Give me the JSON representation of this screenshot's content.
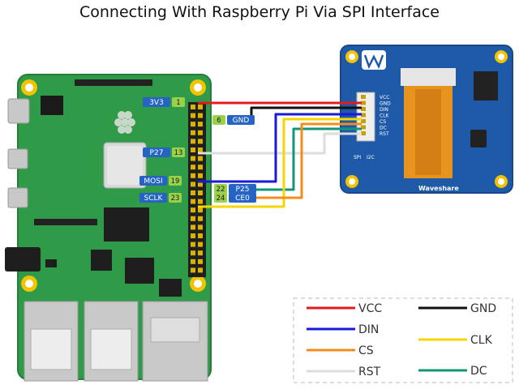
{
  "title": "Connecting With Raspberry Pi Via SPI Interface",
  "pi_labels": [
    {
      "name": "3V3",
      "pin": "1"
    },
    {
      "name": "GND",
      "pin": "6"
    },
    {
      "name": "P27",
      "pin": "13"
    },
    {
      "name": "MOSI",
      "pin": "19"
    },
    {
      "name": "P25",
      "pin": "22"
    },
    {
      "name": "SCLK",
      "pin": "23"
    },
    {
      "name": "CE0",
      "pin": "24"
    }
  ],
  "oled": {
    "pins": [
      "VCC",
      "GND",
      "DIN",
      "CLK",
      "CS",
      "DC",
      "RST"
    ],
    "brand": "Waveshare",
    "spi_label": "SPI",
    "i2c_label": "I2C"
  },
  "legend": [
    {
      "label": "VCC",
      "color": "#e31b1b"
    },
    {
      "label": "GND",
      "color": "#111111"
    },
    {
      "label": "DIN",
      "color": "#1a1ad6"
    },
    {
      "label": "CLK",
      "color": "#f5d600"
    },
    {
      "label": "CS",
      "color": "#f28c1c"
    },
    {
      "label": "DC",
      "color": "#14967a"
    },
    {
      "label": "RST",
      "color": "#dddddd"
    }
  ]
}
